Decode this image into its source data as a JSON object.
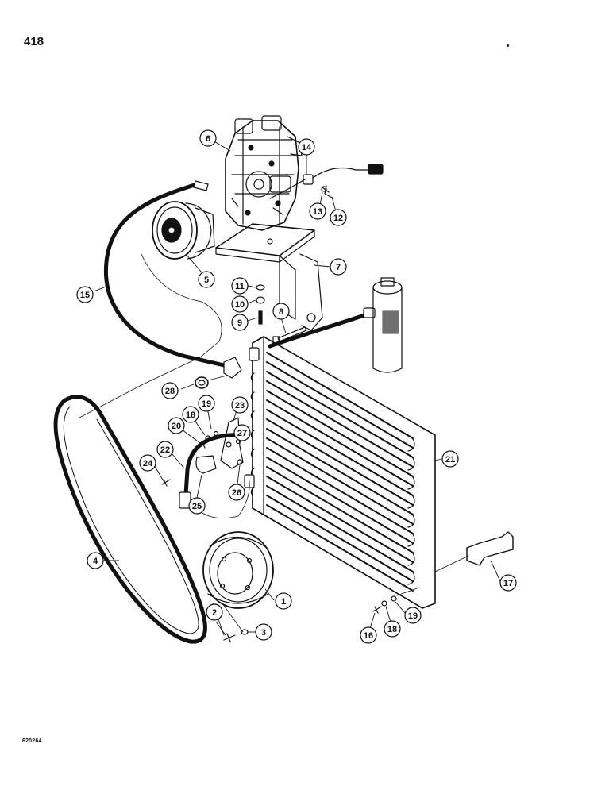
{
  "page_number": "418",
  "image_code": "620264",
  "callouts": [
    "1",
    "2",
    "3",
    "4",
    "5",
    "6",
    "7",
    "8",
    "9",
    "10",
    "11",
    "12",
    "13",
    "14",
    "15",
    "16",
    "17",
    "18",
    "18",
    "19",
    "19",
    "20",
    "21",
    "22",
    "23",
    "24",
    "25",
    "26",
    "27",
    "28"
  ],
  "colors": {
    "ink": "#111111",
    "paper": "#ffffff"
  }
}
